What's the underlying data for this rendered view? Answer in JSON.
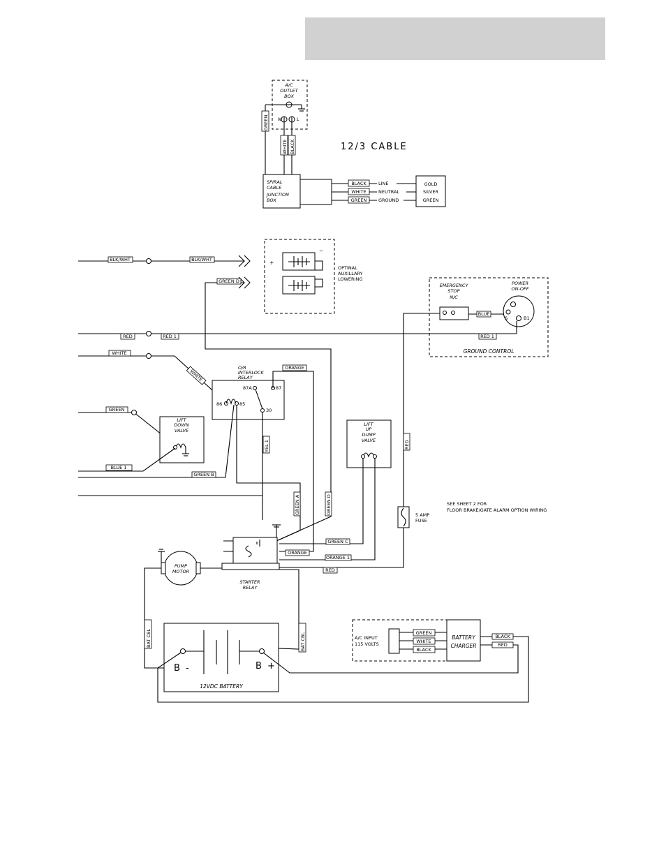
{
  "outlet": {
    "title": [
      "A/C",
      "OUTLET",
      "BOX"
    ],
    "n": "N",
    "l": "L"
  },
  "cable": {
    "title": "12/3 CABLE"
  },
  "junction": {
    "title": [
      "SPIRAL",
      "CABLE",
      "JUNCTION",
      "BOX"
    ]
  },
  "wires": {
    "green": "GREEN",
    "white": "WHITE",
    "black": "BLACK",
    "red": "RED",
    "line": "LINE",
    "neutral": "NEUTRAL",
    "ground": "GROUND",
    "gold": "GOLD",
    "silver": "SILVER",
    "blk_wht": "BLK/WHT",
    "green_d": "GREEN D",
    "red1": "RED 1",
    "blue": "BLUE",
    "blue1": "BLUE 1",
    "green_b": "GREEN B",
    "yel1": "YEL 1",
    "orange": "ORANGE",
    "orange1": "ORANGE 1",
    "green_a": "GREEN A",
    "green_c": "GREEN C",
    "bat_cbl": "BAT CBL"
  },
  "aux": {
    "title": [
      "OPTINAL",
      "AUXILLARY",
      "LOWERING"
    ],
    "plus": "+",
    "minus": "−"
  },
  "ground_control": {
    "title": "GROUND CONTROL",
    "estop": [
      "EMERGENCY",
      "STOP",
      "N/C"
    ],
    "power": [
      "POWER",
      "ON-OFF"
    ],
    "s": "S",
    "b1": "B1"
  },
  "relay": {
    "title": [
      "O/R",
      "INTERLOCK",
      "RELAY"
    ],
    "pins": [
      "87A",
      "87",
      "86",
      "85",
      "30"
    ]
  },
  "lift_down": [
    "LIFT",
    "DOWN",
    "VALVE"
  ],
  "lift_up": [
    "LIFT",
    "UP",
    "DUMP",
    "VALVE"
  ],
  "fuse": [
    "5 AMP",
    "FUSE"
  ],
  "note": [
    "SEE SHEET 2 FOR",
    "FLOOR BRAKE/GATE ALARM OPTION WIRING"
  ],
  "pump": [
    "PUMP",
    "MOTOR"
  ],
  "starter": [
    "STARTER",
    "RELAY"
  ],
  "battery": {
    "title": "12VDC BATTERY",
    "neg": "B -",
    "pos": "B +"
  },
  "ac_input": [
    "A/C INPUT",
    "115 VOLTS"
  ],
  "charger": [
    "BATTERY",
    "CHARGER"
  ]
}
